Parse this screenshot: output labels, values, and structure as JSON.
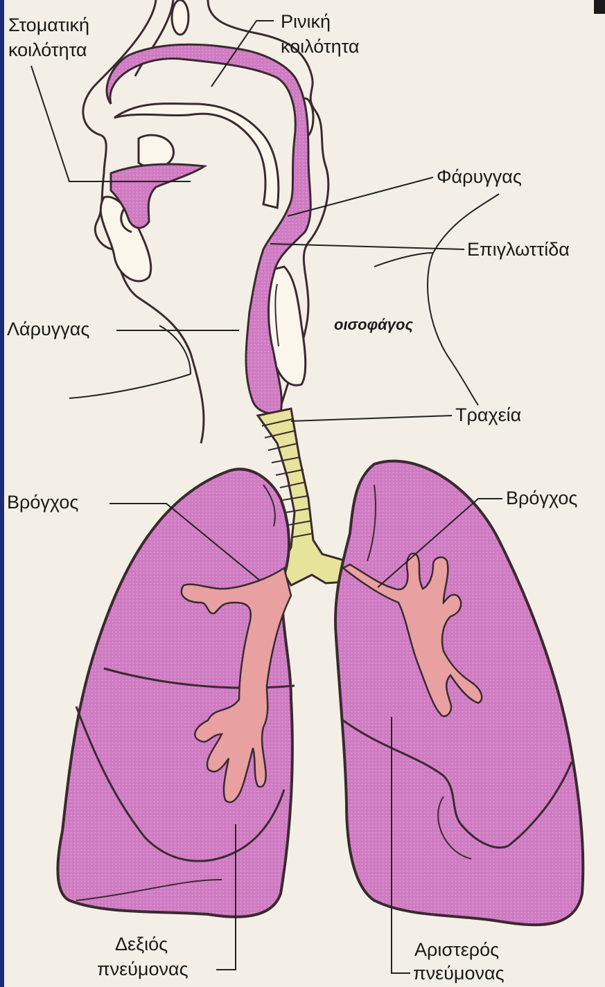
{
  "colors": {
    "background": "#f3efe6",
    "organ_pink": "#cf7bc2",
    "bronchi_tan": "#e8a0a0",
    "trachea_yellow": "#e6e39a",
    "outline": "#3a2a30",
    "frame": "#1e2a78"
  },
  "labels": {
    "oral_cavity_line1": "Στοματική",
    "oral_cavity_line2": "κοιλότητα",
    "nasal_cavity_line1": "Ρινική",
    "nasal_cavity_line2": "κοιλότητα",
    "pharynx": "Φάρυγγας",
    "epiglottis": "Επιγλωττίδα",
    "esophagus": "οισοφάγος",
    "larynx": "Λάρυγγας",
    "trachea": "Τραχεία",
    "bronchus_left_label": "Βρόγχος",
    "bronchus_right_label": "Βρόγχος",
    "right_lung_line1": "Δεξιός",
    "right_lung_line2": "πνεύμονας",
    "left_lung_line1": "Αριστερός",
    "left_lung_line2": "πνεύμονας"
  }
}
